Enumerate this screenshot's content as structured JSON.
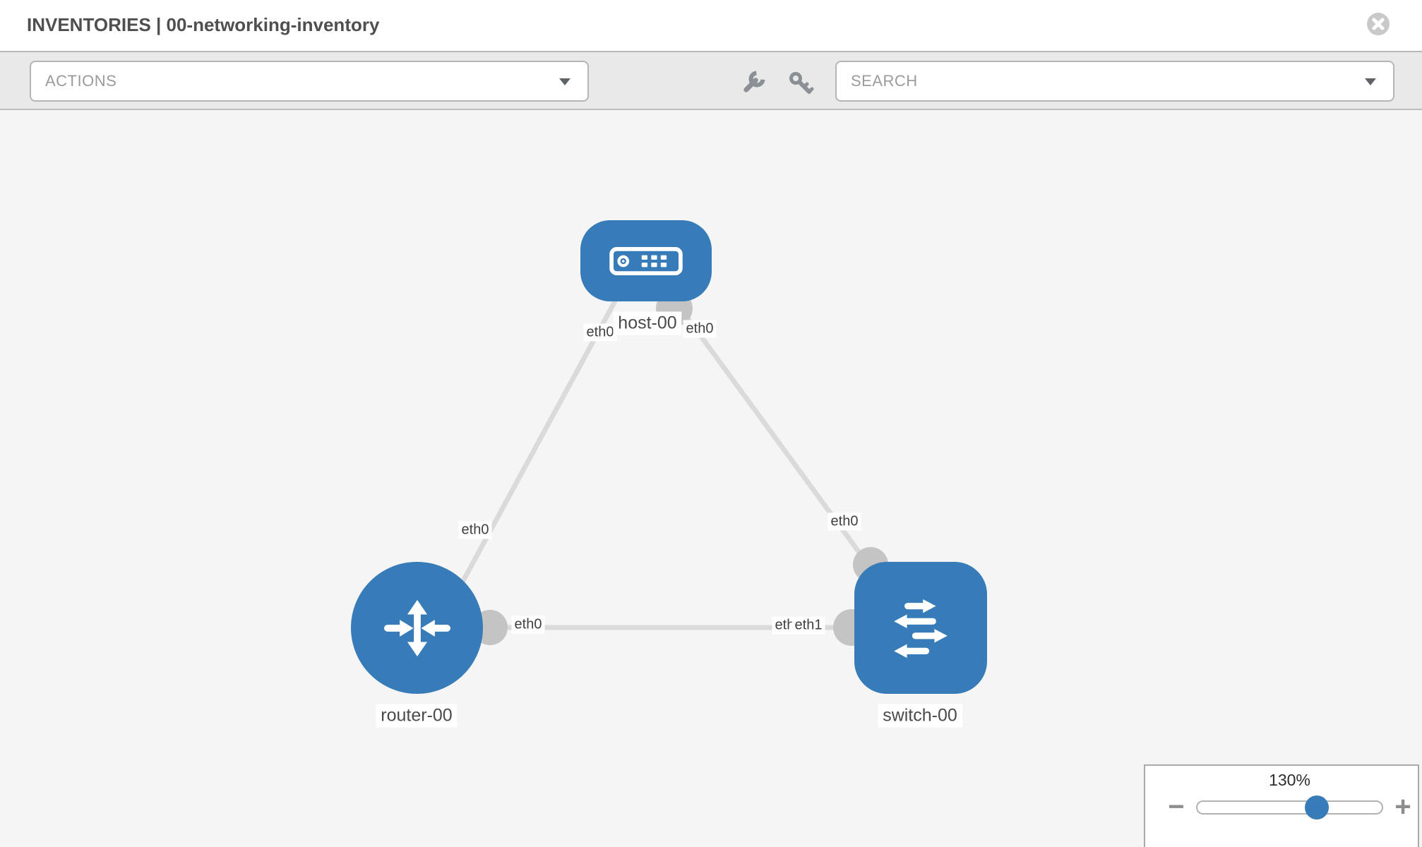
{
  "header": {
    "title": "INVENTORIES | 00-networking-inventory"
  },
  "toolbar": {
    "actions_label": "ACTIONS",
    "search_label": "SEARCH",
    "icons": [
      "wrench-icon",
      "key-icon"
    ]
  },
  "topology": {
    "nodes": [
      {
        "label": "host-00",
        "type": "host"
      },
      {
        "label": "router-00",
        "type": "router"
      },
      {
        "label": "switch-00",
        "type": "switch"
      }
    ],
    "links": [
      {
        "from": "host-00",
        "to": "router-00"
      },
      {
        "from": "host-00",
        "to": "switch-00"
      },
      {
        "from": "router-00",
        "to": "switch-00"
      }
    ],
    "interface_labels": [
      {
        "text": "eth0",
        "at": "host-left"
      },
      {
        "text": "eth0",
        "at": "host-right"
      },
      {
        "text": "eth0",
        "at": "router-uplink"
      },
      {
        "text": "eth0",
        "at": "switch-uplink"
      },
      {
        "text": "eth0",
        "at": "router-to-switch"
      },
      {
        "text": "eth0",
        "at": "switch-to-router-back"
      },
      {
        "text": "eth1",
        "at": "switch-to-router-front"
      }
    ]
  },
  "zoom_control": {
    "percent_label": "130%",
    "value_percent": 130,
    "minus_label": "−",
    "plus_label": "+"
  },
  "colors": {
    "node_blue": "#377cb8",
    "link_gray": "#dadada",
    "interface_dot_gray": "#c4c4c4",
    "toolbar_gray": "#e9e9e9",
    "canvas_gray": "#f5f5f5"
  }
}
